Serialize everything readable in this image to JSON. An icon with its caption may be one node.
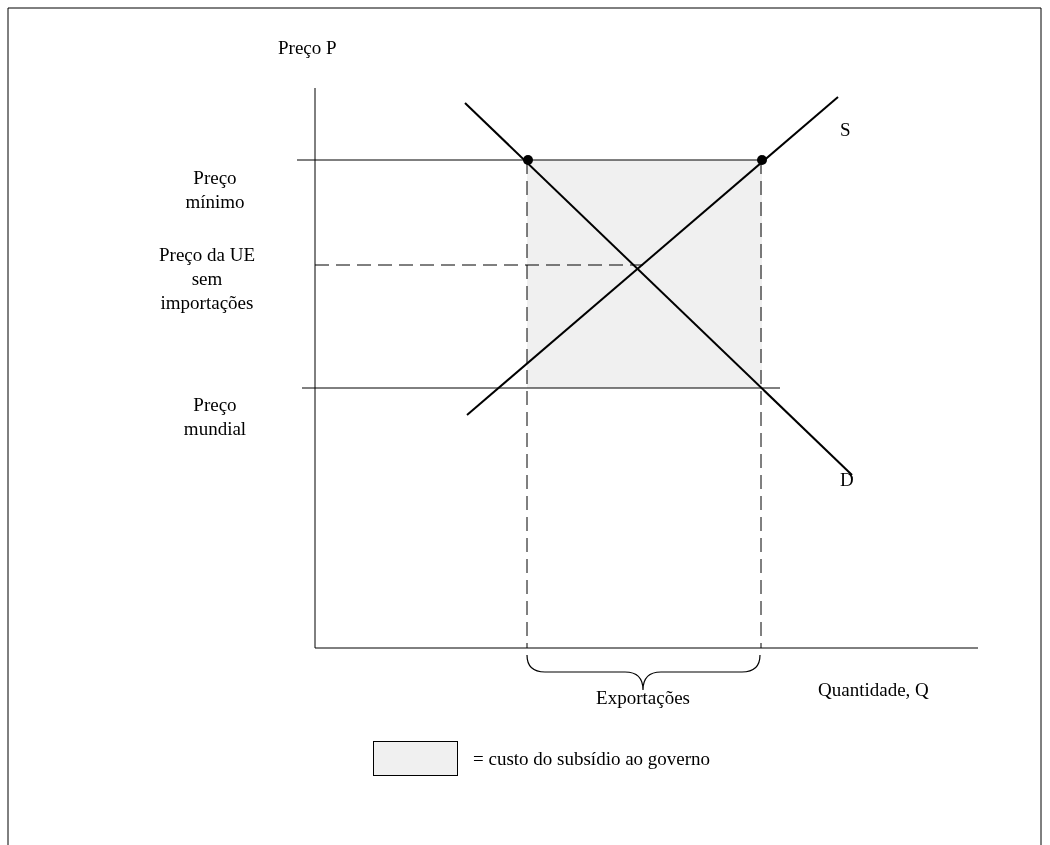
{
  "diagram": {
    "labels": [
      "Preço P",
      "S",
      "Preço mínimo",
      "Preço da UE sem importações",
      "Preço mundial",
      "D",
      "Quantidade, Q",
      "Exportações"
    ],
    "legend": [
      {
        "text": "= custo do subsídio ao governo",
        "color": "#f0f0f0"
      }
    ]
  }
}
